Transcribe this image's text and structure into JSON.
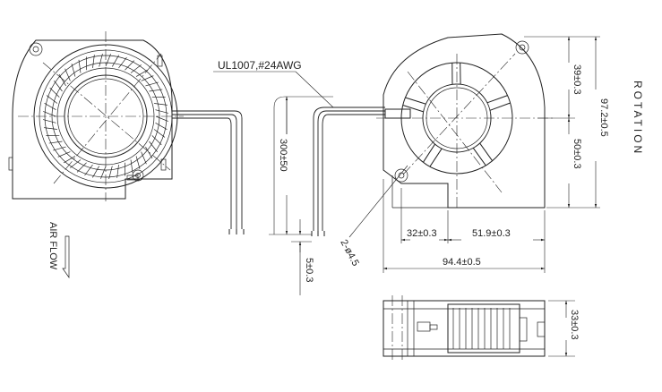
{
  "labels": {
    "wire_spec": "UL1007,#24AWG",
    "wire_length": "300±50",
    "strip_length": "5±0.3",
    "mount_holes": "2-ø4.5",
    "air_flow": "AIR FLOW",
    "rotation": "ROTATION",
    "dim_39": "39±0.3",
    "dim_50": "50±0.3",
    "dim_97": "97.2±0.5",
    "dim_32": "32±0.3",
    "dim_51": "51.9±0.3",
    "dim_94": "94.4±0.5",
    "dim_33": "33±0.3"
  },
  "colors": {
    "line": "#222222",
    "background": "#ffffff"
  },
  "icons": {
    "air_flow_arrow": "down-arrow-icon"
  }
}
